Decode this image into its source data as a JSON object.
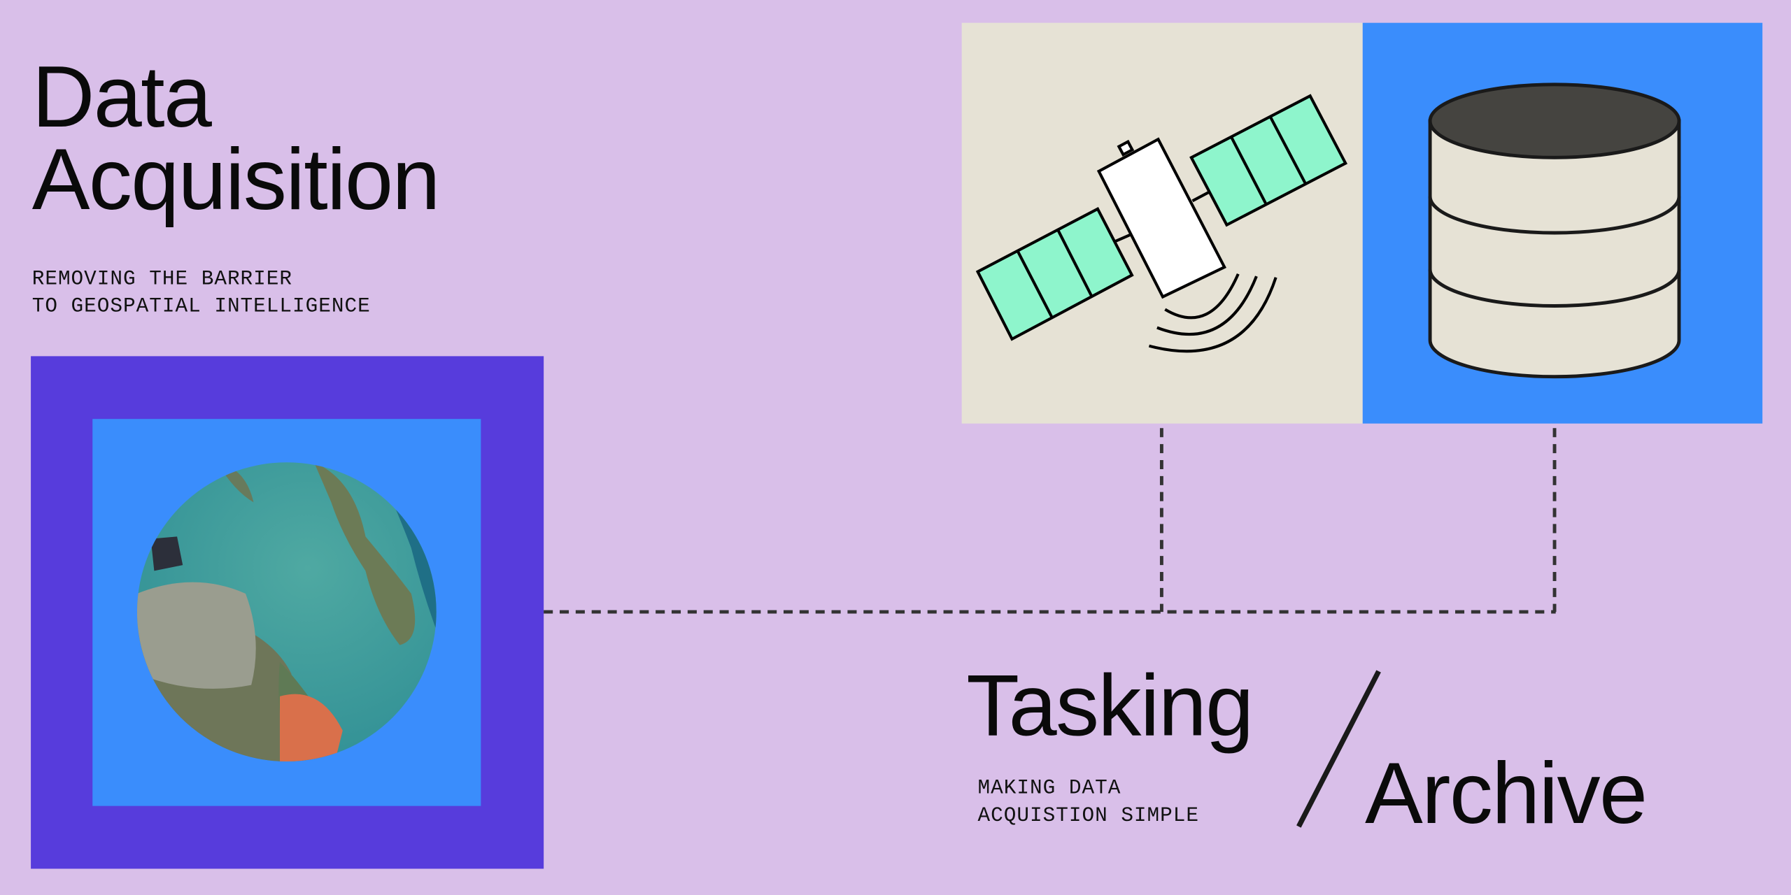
{
  "hero": {
    "title_line1": "Data",
    "title_line2": "Acquisition",
    "subtitle_line1": "REMOVING THE BARRIER",
    "subtitle_line2": "TO GEOSPATIAL INTELLIGENCE"
  },
  "modes": {
    "tasking": "Tasking",
    "archive": "Archive",
    "tagline_line1": "MAKING DATA",
    "tagline_line2": "ACQUISTION SIMPLE"
  },
  "illustrations": {
    "left": "satellite-imagery-circle",
    "satellite_panel": "satellite-icon",
    "database_panel": "database-icon"
  },
  "colors": {
    "background": "#d9bfe9",
    "frame_purple": "#573cdc",
    "accent_blue": "#3a8dfc",
    "beige": "#e6e2d5",
    "solar_green": "#8ef5cc",
    "database_top": "#454440",
    "connector": "#333333"
  }
}
